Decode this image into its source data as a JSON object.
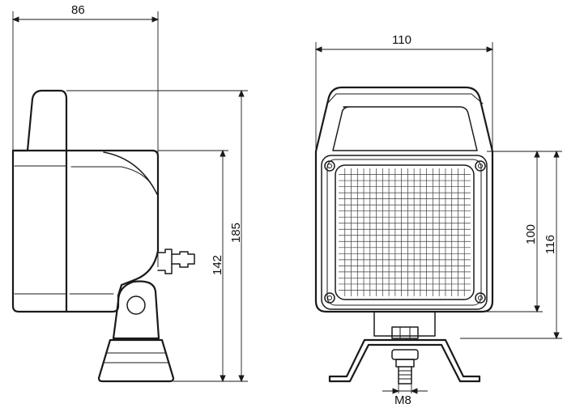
{
  "dimensions": {
    "side_depth": "86",
    "side_height_total": "185",
    "side_height_mount": "142",
    "front_width": "110",
    "front_height_total": "116",
    "front_height_lens": "100",
    "thread": "M8"
  },
  "colors": {
    "line": "#1a1a1a",
    "background": "#ffffff"
  }
}
